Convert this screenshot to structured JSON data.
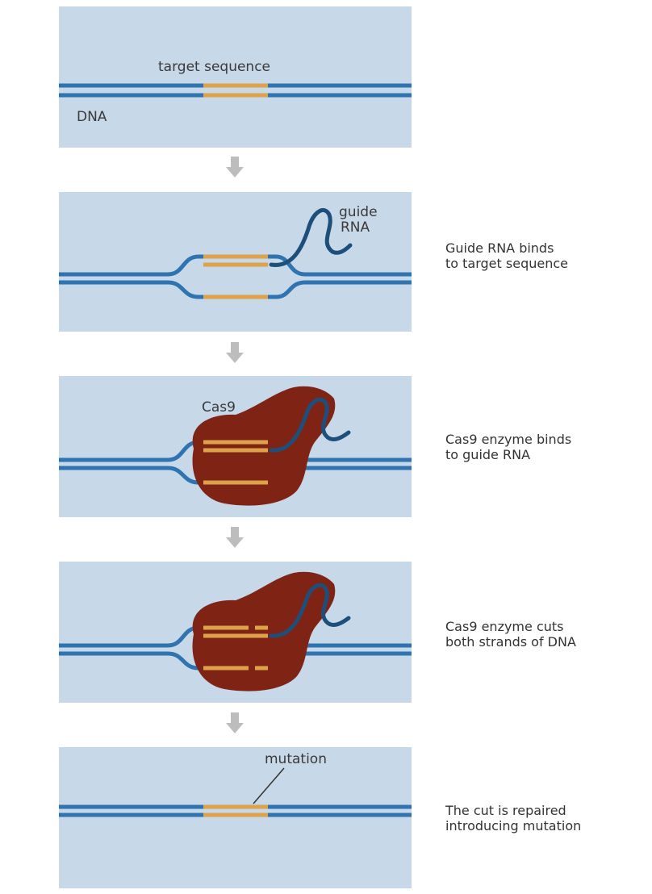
{
  "colors": {
    "panel": "#c7d8e8",
    "dna": "#2f74b0",
    "target": "#dda24a",
    "guide_rna": "#1e4f7a",
    "cas9": "#7f2415",
    "mutation": "#c8321c",
    "arrow": "#bdbdbd"
  },
  "steps": [
    {
      "labels": {
        "target": "target sequence",
        "dna": "DNA"
      },
      "caption": ""
    },
    {
      "labels": {
        "guide": "guide\nRNA"
      },
      "caption": "Guide RNA binds\nto target sequence"
    },
    {
      "labels": {
        "cas9": "Cas9"
      },
      "caption": "Cas9 enzyme binds\nto guide RNA"
    },
    {
      "labels": {},
      "caption": "Cas9 enzyme cuts\nboth strands of DNA"
    },
    {
      "labels": {
        "mutation": "mutation"
      },
      "caption": "The cut is repaired\nintroducing mutation"
    }
  ]
}
